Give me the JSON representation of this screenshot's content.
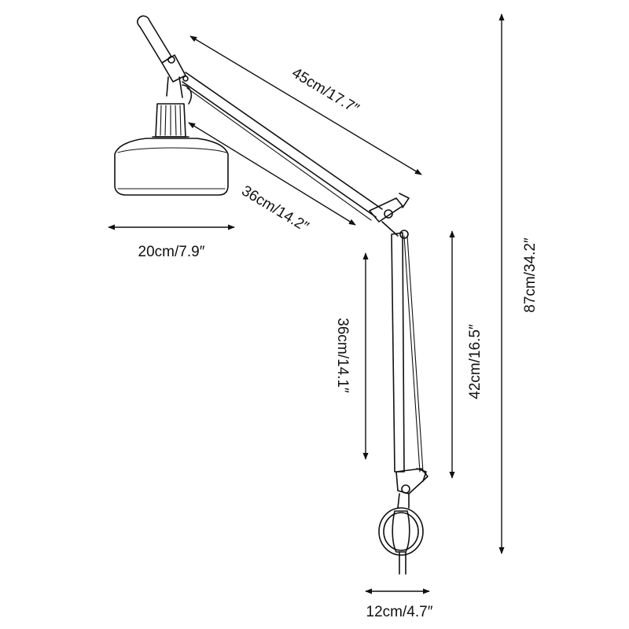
{
  "dimensions": {
    "upper_arm": "45cm/17.7″",
    "lower_arm": "36cm/14.2″",
    "shade_width": "20cm/7.9″",
    "left_vertical": "36cm/14.1″",
    "right_vertical": "42cm/16.5″",
    "total_height": "87cm/34.2″",
    "base_width": "12cm/4.7″"
  },
  "colors": {
    "line": "#111111",
    "background": "#ffffff"
  }
}
